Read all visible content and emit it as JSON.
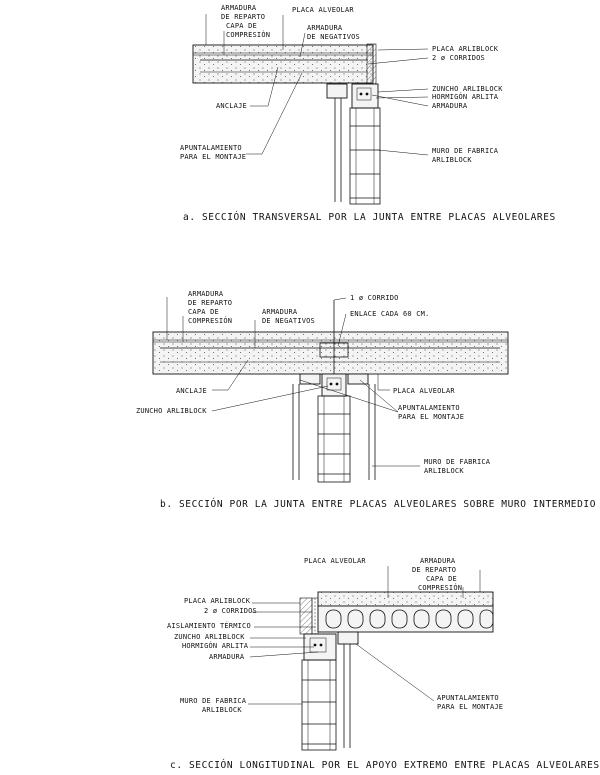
{
  "section_a": {
    "caption": "a.  SECCIÓN  TRANSVERSAL  POR  LA  JUNTA  ENTRE  PLACAS  ALVEOLARES",
    "armadura_reparto": [
      "ARMADURA",
      "DE REPARTO"
    ],
    "capa_compresion": [
      "CAPA DE",
      "COMPRESIÓN"
    ],
    "placa_alveolar": "PLACA ALVEOLAR",
    "armadura_negativos": [
      "ARMADURA",
      "DE NEGATIVOS"
    ],
    "placa_arliblock": "PLACA ARLIBLOCK",
    "corridos": "2 ø CORRIDOS",
    "zuncho": "ZUNCHO ARLIBLOCK",
    "hormigon": "HORMIGÓN ARLITA",
    "armadura": "ARMADURA",
    "anclaje": "ANCLAJE",
    "apuntalamiento": [
      "APUNTALAMIENTO",
      "PARA EL MONTAJE"
    ],
    "muro": [
      "MURO DE FABRICA",
      "ARLIBLOCK"
    ]
  },
  "section_b": {
    "caption": "b.  SECCIÓN  POR  LA  JUNTA  ENTRE  PLACAS  ALVEOLARES  SOBRE  MURO  INTERMEDIO",
    "armadura_reparto": [
      "ARMADURA",
      "DE REPARTO"
    ],
    "capa_compresion": [
      "CAPA DE",
      "COMPRESIÓN"
    ],
    "armadura_negativos": [
      "ARMADURA",
      "DE NEGATIVOS"
    ],
    "corrido": "1 ø CORRIDO",
    "enlace": "ENLACE CADA 60 CM.",
    "anclaje": "ANCLAJE",
    "placa_alveolar": "PLACA ALVEOLAR",
    "zuncho": "ZUNCHO ARLIBLOCK",
    "apuntalamiento": [
      "APUNTALAMIENTO",
      "PARA EL MONTAJE"
    ],
    "muro": [
      "MURO DE FABRICA",
      "ARLIBLOCK"
    ]
  },
  "section_c": {
    "caption": "c.  SECCIÓN  LONGITUDINAL  POR  EL  APOYO  EXTREMO  ENTRE  PLACAS  ALVEOLARES",
    "placa_alveolar": "PLACA ALVEOLAR",
    "armadura_reparto": [
      "ARMADURA",
      "DE REPARTO"
    ],
    "capa_compresion": [
      "CAPA DE",
      "COMPRESIÓN"
    ],
    "placa_arliblock": "PLACA ARLIBLOCK",
    "corridos": "2 ø CORRIDOS",
    "aislamiento": "AISLAMIENTO TÉRMICO",
    "zuncho": "ZUNCHO ARLIBLOCK",
    "hormigon": "HORMIGÓN ARLITA",
    "armadura": "ARMADURA",
    "muro": [
      "MURO DE FABRICA",
      "ARLIBLOCK"
    ],
    "apuntalamiento": [
      "APUNTALAMIENTO",
      "PARA EL MONTAJE"
    ]
  }
}
